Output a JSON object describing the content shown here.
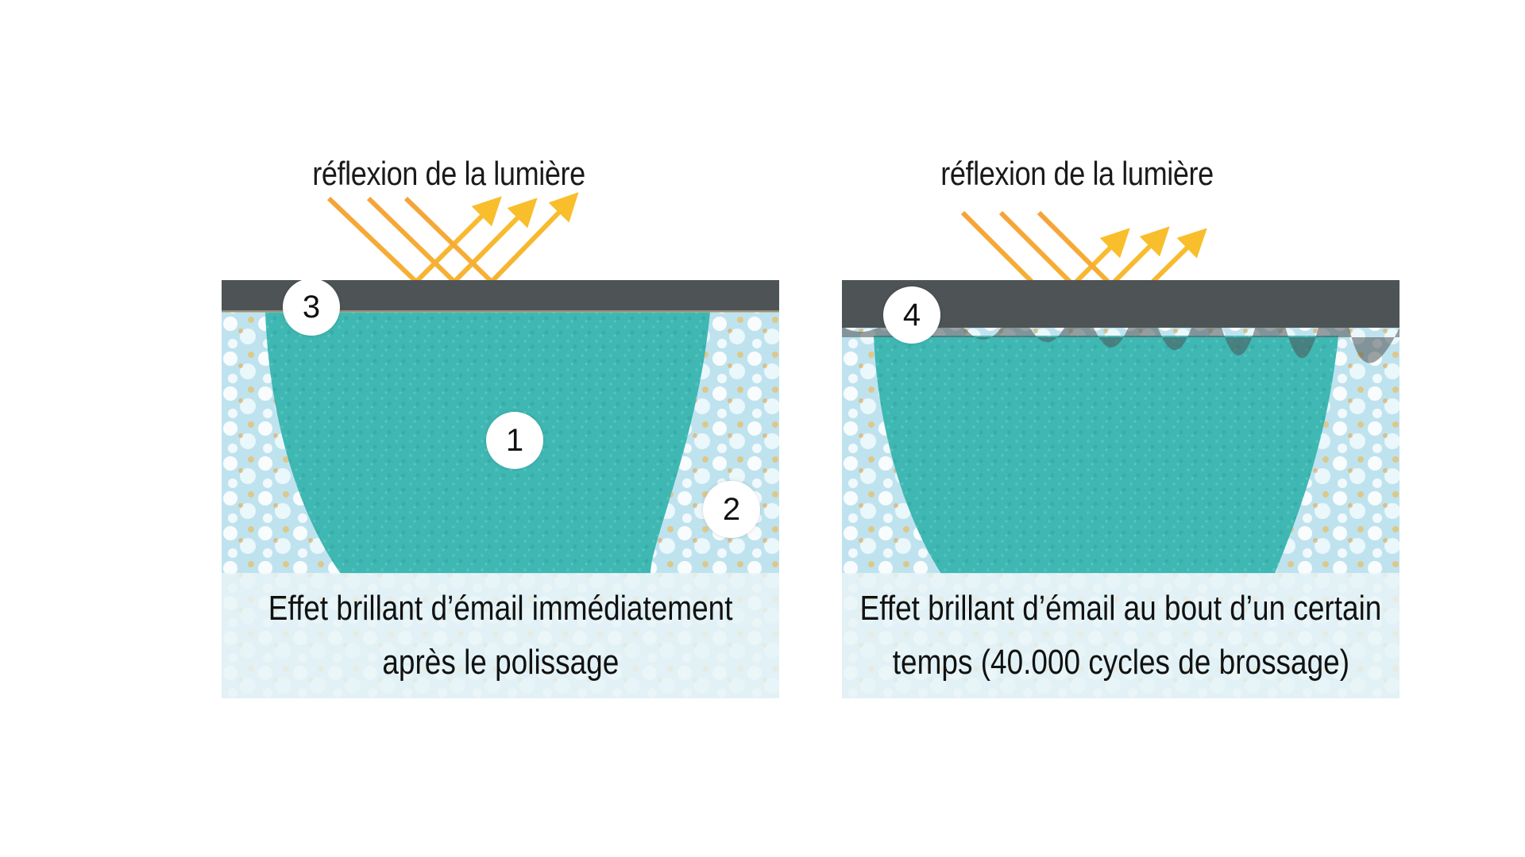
{
  "panels": [
    {
      "light_label": "réflexion de la lumière",
      "caption_line1": "Effet brillant d’émail immédiatement",
      "caption_line2": "après le polissage",
      "badges": [
        "3",
        "1",
        "2"
      ]
    },
    {
      "light_label": "réflexion de la lumière",
      "caption_line1": "Effet brillant d’émail au bout d’un certain",
      "caption_line2": "temps (40.000 cycles de brossage)",
      "badges": [
        "4"
      ]
    }
  ],
  "colors": {
    "arrow": "#f6b030",
    "surface_layer": "#4e5356",
    "composite_matrix": "#3fb7b3",
    "filler_background": "#bfe3ee",
    "filler_particle": "#ffffff"
  }
}
